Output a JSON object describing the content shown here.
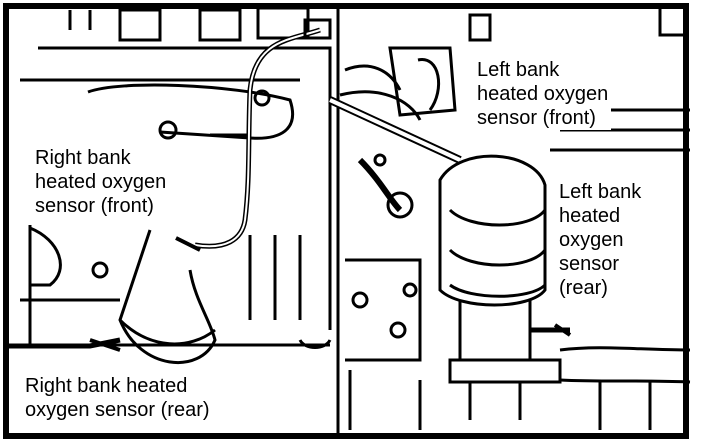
{
  "labels": {
    "left_bank_front": [
      "Left bank",
      "heated oxygen",
      "sensor (front)"
    ],
    "left_bank_rear": [
      "Left bank",
      "heated",
      "oxygen",
      "sensor",
      "(rear)"
    ],
    "right_bank_front": [
      "Right bank",
      "heated oxygen",
      "sensor (front)"
    ],
    "right_bank_rear": [
      "Right bank heated",
      "oxygen sensor (rear)"
    ]
  }
}
